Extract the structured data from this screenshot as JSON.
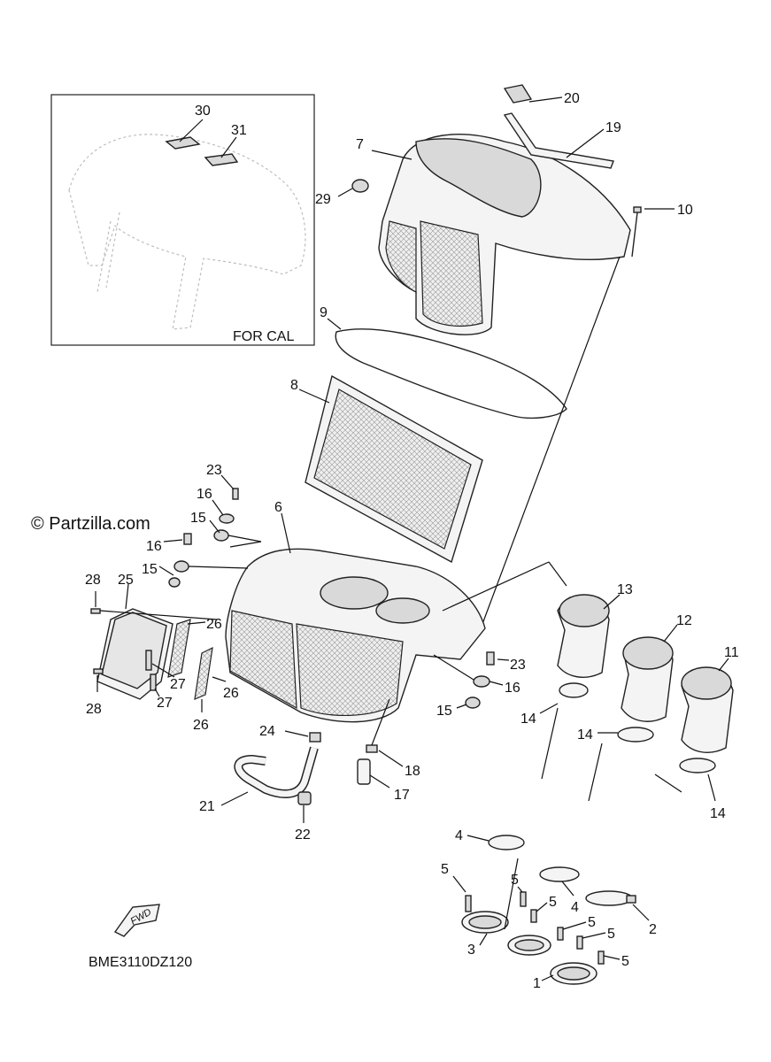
{
  "watermark": "© Partzilla.com",
  "inset_label": "FOR CAL",
  "drawing_code": "BME3110DZ120",
  "fwd_label": "FWD",
  "callouts": {
    "c30": "30",
    "c31": "31",
    "c20": "20",
    "c19": "19",
    "c7": "7",
    "c29": "29",
    "c10": "10",
    "c9": "9",
    "c8": "8",
    "c23a": "23",
    "c16a": "16",
    "c15a": "15",
    "c16b": "16",
    "c15b": "15",
    "c6": "6",
    "c28a": "28",
    "c25": "25",
    "c26a": "26",
    "c26b": "26",
    "c26c": "26",
    "c27a": "27",
    "c27b": "27",
    "c28b": "28",
    "c13": "13",
    "c12": "12",
    "c11": "11",
    "c23b": "23",
    "c16c": "16",
    "c15c": "15",
    "c14a": "14",
    "c14b": "14",
    "c14c": "14",
    "c24": "24",
    "c18": "18",
    "c17": "17",
    "c21": "21",
    "c22": "22",
    "c4a": "4",
    "c4b": "4",
    "c5a": "5",
    "c5b": "5",
    "c5c": "5",
    "c5d": "5",
    "c5e": "5",
    "c5f": "5",
    "c2": "2",
    "c3": "3",
    "c1": "1"
  }
}
